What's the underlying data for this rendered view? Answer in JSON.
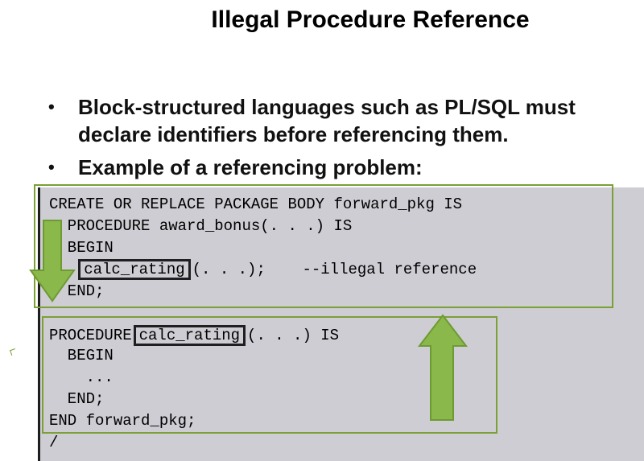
{
  "slide": {
    "title": "Illegal Procedure Reference",
    "bullets": [
      {
        "dot": "•",
        "lines": [
          "Block-structured languages such as PL/SQL must",
          "declare identifiers before referencing them."
        ]
      },
      {
        "dot": "•",
        "lines": [
          "Example of a referencing problem:"
        ]
      }
    ]
  },
  "code": {
    "line1": "CREATE OR REPLACE PACKAGE BODY forward_pkg IS",
    "line2": "  PROCEDURE award_bonus(. . .) IS",
    "line3": "  BEGIN",
    "line4_prefix": "   ",
    "line4_boxed": "calc_rating",
    "line4_suffix": "(. . .);    --illegal reference",
    "line5": "  END;",
    "line6_prefix": "PROCEDURE",
    "line6_boxed": "calc_rating",
    "line6_suffix": "(. . .) IS",
    "line7": "  BEGIN",
    "line8": "    ...",
    "line9": "  END;",
    "line10": "END forward_pkg;",
    "line11": "/"
  },
  "colors": {
    "arrow_green": "#8ab84a",
    "arrow_outline": "#6e9a33",
    "frame_green": "#7aa036",
    "code_background": "#cdcdd3"
  }
}
